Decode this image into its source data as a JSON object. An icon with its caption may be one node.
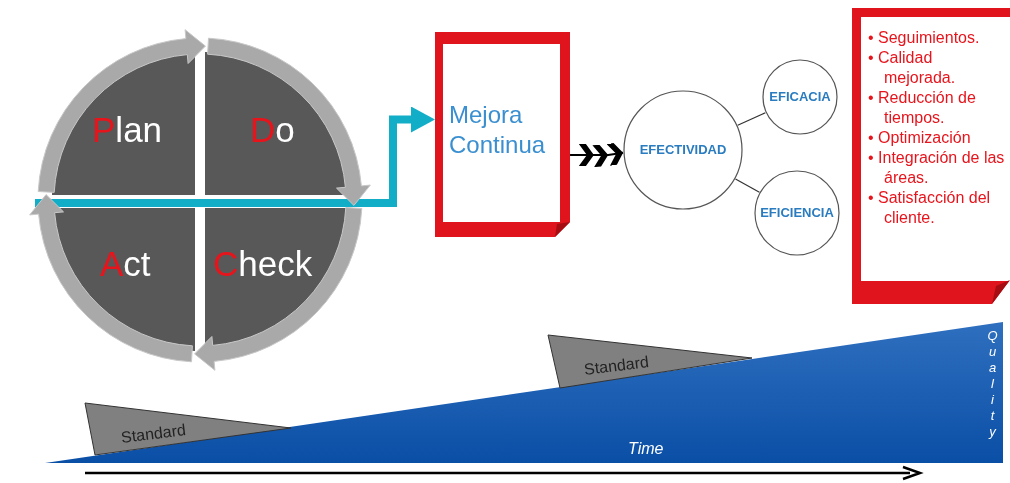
{
  "diagram": {
    "nodes": [
      {
        "text": [
          "Plan"
        ]
      },
      {
        "text": [
          "Do"
        ]
      },
      {
        "text": [
          "Act"
        ]
      },
      {
        "text": [
          "Check"
        ]
      },
      {
        "text": [
          "Mejora Continua"
        ]
      },
      {
        "text": [
          "EFECTIVIDAD"
        ]
      },
      {
        "text": [
          "EFICACIA"
        ]
      },
      {
        "text": [
          "EFICIENCIA"
        ]
      },
      {
        "text": [
          "• Seguimientos.",
          "• Calidad mejorada.",
          "• Reducción de tiempos.",
          "• Optimización",
          "• Integración de las áreas.",
          "• Satisfacción del cliente."
        ]
      },
      {
        "text": [
          "Standard"
        ]
      },
      {
        "text": [
          "Standard"
        ]
      }
    ],
    "edges": [
      {
        "from": null,
        "to": 4,
        "arrow": "to",
        "style": "thick",
        "color": "#12aec8"
      },
      {
        "from": 4,
        "to": 5,
        "arrow": "to"
      },
      {
        "from": 5,
        "to": 6,
        "arrow": "none"
      },
      {
        "from": 5,
        "to": 7,
        "arrow": "none"
      },
      {
        "from": 0,
        "to": 1,
        "arrow": "to",
        "style": "thick",
        "color": "#a9a9a9"
      },
      {
        "from": 1,
        "to": 3,
        "arrow": "to",
        "style": "thick",
        "color": "#a9a9a9"
      },
      {
        "from": 3,
        "to": 2,
        "arrow": "to",
        "style": "thick",
        "color": "#a9a9a9"
      },
      {
        "from": 2,
        "to": 0,
        "arrow": "to",
        "style": "thick",
        "color": "#a9a9a9"
      }
    ],
    "labels": [
      "Quality",
      "Time"
    ]
  }
}
